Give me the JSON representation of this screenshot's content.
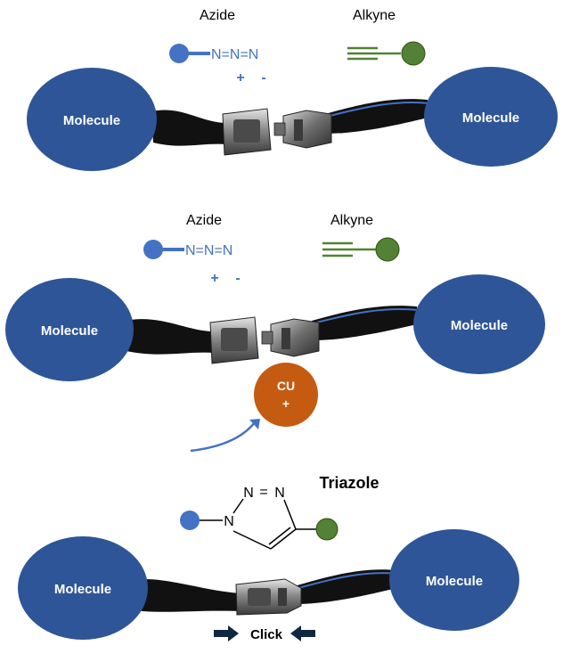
{
  "colors": {
    "molecule": "#2e5597",
    "azide": "#4472c4",
    "alkyne": "#538135",
    "copper": "#c55a11",
    "strap": "#111111"
  },
  "panel1": {
    "azide_label": "Azide",
    "alkyne_label": "Alkyne",
    "azide_formula": "N=N=N",
    "plus": "+",
    "minus": "-",
    "molecule_left": "Molecule",
    "molecule_right": "Molecule"
  },
  "panel2": {
    "azide_label": "Azide",
    "alkyne_label": "Alkyne",
    "azide_formula": "N=N=N",
    "plus": "+",
    "minus": "-",
    "molecule_left": "Molecule",
    "molecule_right": "Molecule",
    "catalyst_line1": "CU",
    "catalyst_line2": "+"
  },
  "panel3": {
    "product_label": "Triazole",
    "ring_n1": "N",
    "ring_n2": "N",
    "ring_n3": "N",
    "ring_eq": "=",
    "molecule_left": "Molecule",
    "molecule_right": "Molecule",
    "click_label": "Click"
  }
}
